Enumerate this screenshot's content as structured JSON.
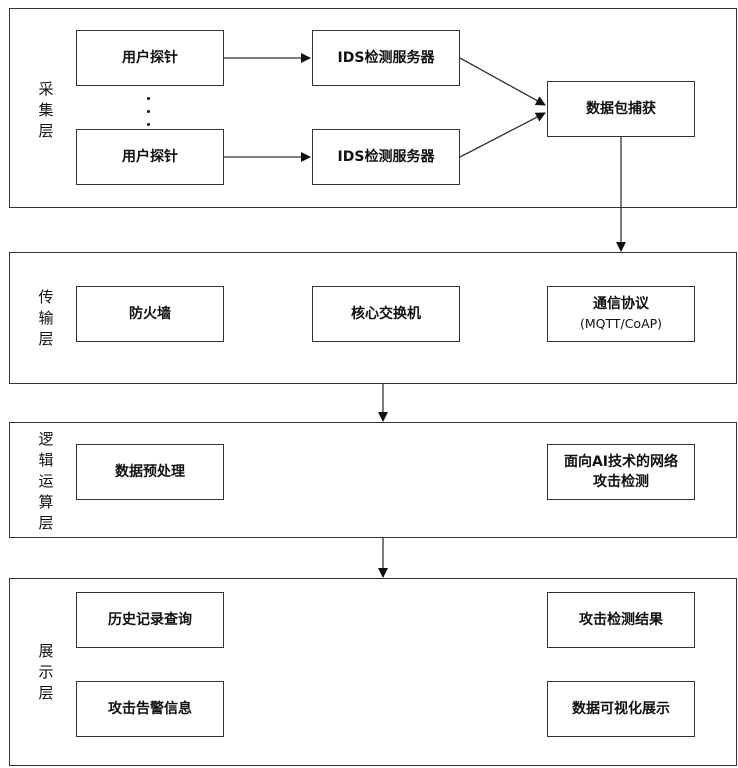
{
  "layers": {
    "collection": {
      "label": "采集层",
      "probe_1": "用户探针",
      "probe_2": "用户探针",
      "ids_1": "IDS检测服务器",
      "ids_2": "IDS检测服务器",
      "capture": "数据包捕获"
    },
    "transport": {
      "label": "传输层",
      "firewall": "防火墙",
      "core_switch": "核心交换机",
      "protocol_line1": "通信协议",
      "protocol_line2": "(MQTT/CoAP)"
    },
    "logic": {
      "label": "逻辑运算层",
      "preprocess": "数据预处理",
      "ai_line1": "面向AI技术的网络",
      "ai_line2": "攻击检测"
    },
    "display": {
      "label": "展示层",
      "history": "历史记录查询",
      "result": "攻击检测结果",
      "alert": "攻击告警信息",
      "visual": "数据可视化展示"
    }
  }
}
